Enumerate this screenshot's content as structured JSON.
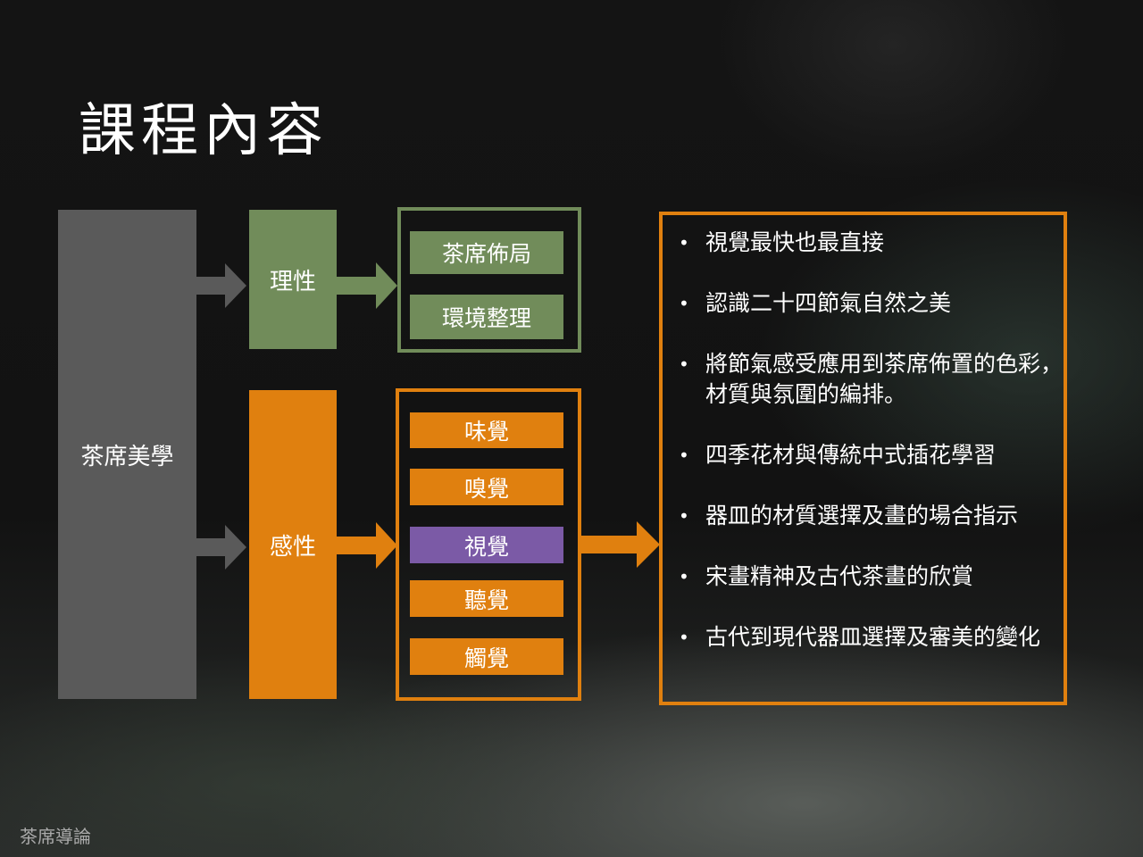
{
  "title": "課程內容",
  "root": "茶席美學",
  "rational": {
    "label": "理性",
    "items": [
      "茶席佈局",
      "環境整理"
    ]
  },
  "emotional": {
    "label": "感性",
    "items": [
      "味覺",
      "嗅覺",
      "視覺",
      "聽覺",
      "觸覺"
    ],
    "highlighted": "視覺"
  },
  "bullets": [
    "視覺最快也最直接",
    "認識二十四節氣自然之美",
    "將節氣感受應用到茶席佈置的色彩，材質與氛圍的編排。",
    "四季花材與傳統中式插花學習",
    "器皿的材質選擇及畫的場合指示",
    "宋畫精神及古代茶畫的欣賞",
    "古代到現代器皿選擇及審美的變化"
  ],
  "footer": "茶席導論",
  "colors": {
    "gray": "#5a5a5a",
    "green": "#718c5a",
    "orange": "#e0800f",
    "purple": "#7b5aa6"
  }
}
